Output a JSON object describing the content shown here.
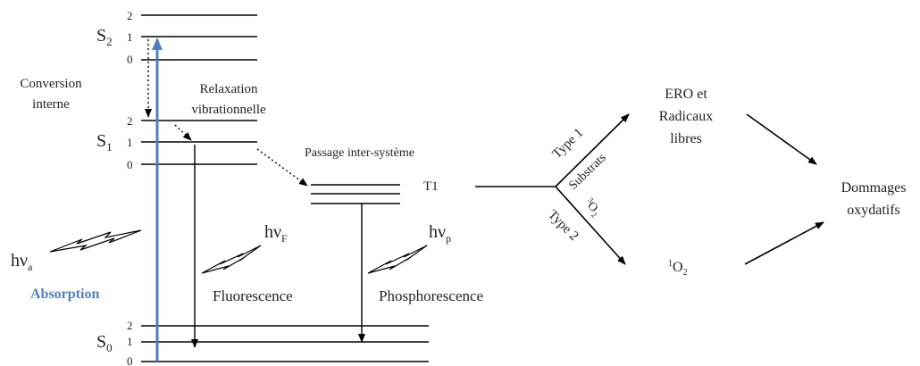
{
  "jablonski": {
    "states": {
      "s2": {
        "letter": "S",
        "sub": "2"
      },
      "s1": {
        "letter": "S",
        "sub": "1"
      },
      "s0": {
        "letter": "S",
        "sub": "0"
      }
    },
    "vib_levels": {
      "l2": "2",
      "l1": "1",
      "l0": "0"
    },
    "t1_label": "T1",
    "labels": {
      "conversion_line1": "Conversion",
      "conversion_line2": "interne",
      "relaxation_line1": "Relaxation",
      "relaxation_line2": "vibrationnelle",
      "isc": "Passage inter-système",
      "absorption": "Absorption",
      "fluorescence": "Fluorescence",
      "phosphorescence": "Phosphorescence"
    },
    "photons": {
      "a": {
        "h": "h",
        "nu": "ν",
        "sub": "a"
      },
      "f": {
        "h": "h",
        "nu": "ν",
        "sub": "F"
      },
      "p": {
        "h": "h",
        "nu": "ν",
        "sub": "p"
      }
    }
  },
  "reactions": {
    "type1": "Type 1",
    "substrats": "Substrats",
    "type2": "Type 2",
    "o2_sup": "3",
    "o2_text": "O",
    "o2_sub": "2",
    "ero_line1": "ERO et",
    "ero_line2": "Radicaux",
    "ero_line3": "libres",
    "singlet_sup": "1",
    "singlet_text": "O",
    "singlet_sub": "2",
    "damage_line1": "Dommages",
    "damage_line2": "oxydatifs"
  },
  "colors": {
    "absorption_blue": "#4f7fbf",
    "ink": "#000000"
  }
}
